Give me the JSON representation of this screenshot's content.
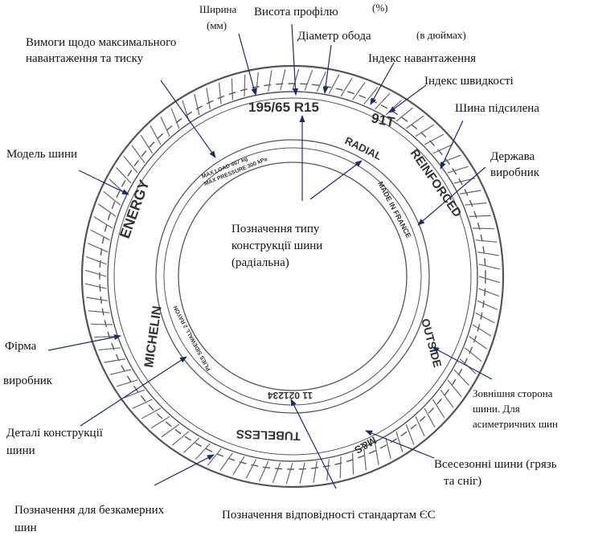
{
  "labels": {
    "width": "Ширина",
    "width_unit": "(мм)",
    "profile_height": "Висота профілю",
    "percent": "(%)",
    "max_load_1": "Вимоги щодо максимального",
    "max_load_2": "навантаження та тиску",
    "rim_diameter": "Діаметр обода",
    "inches": "(в дюймах)",
    "load_index": "Індекс навантаження",
    "speed_index": "Індекс швидкості",
    "reinforced_tire": "Шина підсилена",
    "tire_model": "Модель шини",
    "country_1": "Держава",
    "country_2": "виробник",
    "construction_type_1": "Позначення типу",
    "construction_type_2": "конструкції шини",
    "construction_type_3": "(радіальна)",
    "brand_1": "Фірма",
    "brand_2": "виробник",
    "outside_1": "Зовнішня сторона",
    "outside_2": "шини. Для",
    "outside_3": "асиметричних шин",
    "construction_details_1": "Деталі конструкції",
    "construction_details_2": "шини",
    "all_season_1": "Всесезонні шини (грязь",
    "all_season_2": "та сніг)",
    "tubeless_1": "Позначення  для безкамерних",
    "tubeless_2": "шин",
    "eu_standard": "Позначення відповідності стандартам  ЄС"
  },
  "tire_markings": {
    "size": "195/65 R15",
    "load_speed": "91T",
    "radial": "RADIAL",
    "reinforced": "REINFORCED",
    "made_in": "MADE IN FRANCE",
    "model": "ENERGY",
    "brand": "MICHELIN",
    "outside": "OUTSIDE",
    "ms": "M&S",
    "tubeless": "TUBELESS",
    "eu_code": "11 021234",
    "max_load": "MAX LOAD 497 kg",
    "max_pressure": "MAX PRESSURE 300 kPa",
    "plies": "PLIES SIDEWALL 2 RAYON"
  }
}
